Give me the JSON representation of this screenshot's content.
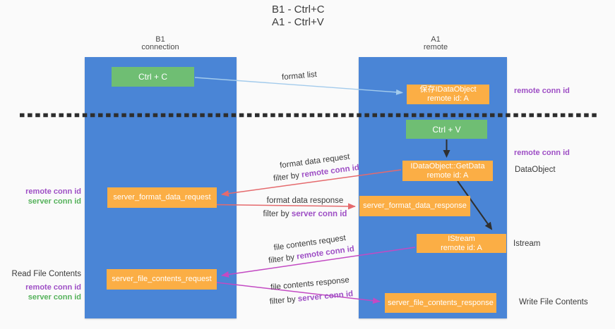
{
  "title": {
    "line1": "B1 - Ctrl+C",
    "line2": "A1 - Ctrl+V"
  },
  "lanes": {
    "left": {
      "name": "B1",
      "role": "connection"
    },
    "right": {
      "name": "A1",
      "role": "remote"
    }
  },
  "boxes": {
    "ctrl_c": {
      "label": "Ctrl + C"
    },
    "ctrl_v": {
      "label": "Ctrl + V"
    },
    "save_dataobject": {
      "line1": "保存IDataObject",
      "line2": "remote id: A"
    },
    "getdata": {
      "line1": "IDataObject::GetData",
      "line2": "remote id: A"
    },
    "istream": {
      "line1": "IStream",
      "line2": "remote id: A"
    },
    "server_format_data_request": {
      "label": "server_format_data_request"
    },
    "server_format_data_response": {
      "label": "server_format_data_response"
    },
    "server_file_contents_request": {
      "label": "server_file_contents_request"
    },
    "server_file_contents_response": {
      "label": "server_file_contents_response"
    }
  },
  "flow_labels": {
    "format_list": "format list",
    "format_data_request": "format data request",
    "format_data_response": "format data response",
    "file_contents_request": "file contents request",
    "file_contents_response": "file contents response",
    "filter_by": "filter by ",
    "remote_conn_id": "remote conn id",
    "server_conn_id": "server conn id"
  },
  "annotations": {
    "right": {
      "remote_conn_id_top": "remote conn id",
      "remote_conn_id_mid": "remote conn id",
      "dataobject": "DataObject",
      "istream": "Istream",
      "write_file_contents": "Write File Contents"
    },
    "left": {
      "remote_conn_id_mid": "remote conn id",
      "server_conn_id_mid": "server conn id",
      "read_file_contents": "Read File Contents",
      "remote_conn_id_bottom": "remote conn id",
      "server_conn_id_bottom": "server conn id"
    }
  },
  "colors": {
    "lane_blue": "#4a85d6",
    "box_orange": "#fbae45",
    "box_green": "#6fbe73",
    "arrow_red": "#e56a6d",
    "arrow_magenta": "#c34ac3",
    "arrow_light_blue": "#a3cbec",
    "arrow_black": "#2f2f2f",
    "text_purple": "#9e4fc5",
    "text_green": "#55b25b"
  }
}
